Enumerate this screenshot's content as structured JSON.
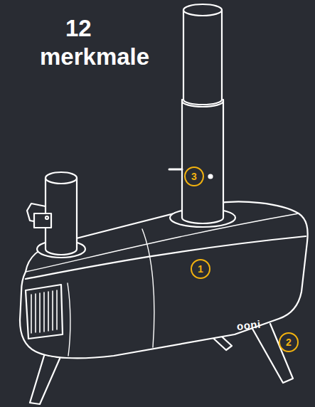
{
  "diagram": {
    "title": "12 merkmale",
    "nodes": [
      {
        "text": [
          "3"
        ]
      },
      {
        "text": [
          "1"
        ]
      },
      {
        "text": [
          "2"
        ]
      }
    ],
    "labels": [
      "ooni"
    ]
  }
}
